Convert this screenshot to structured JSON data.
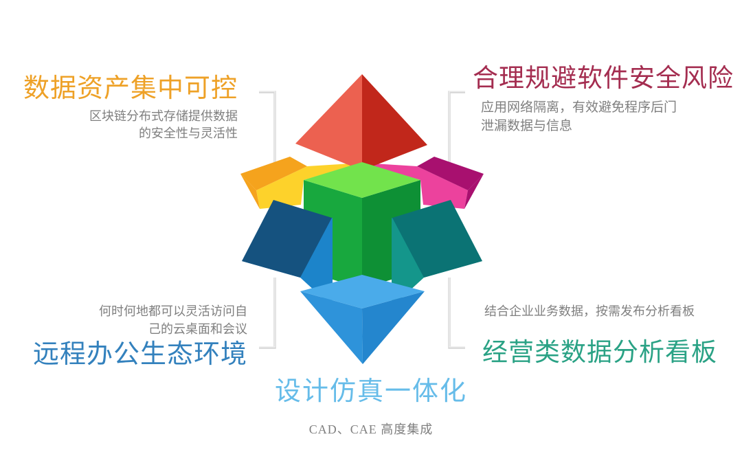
{
  "page": {
    "background": "#ffffff"
  },
  "callouts": {
    "top_left": {
      "title": "数据资产集中可控",
      "title_color": "#eea127",
      "desc1": "区块链分布式存储提供数据",
      "desc2": "的安全性与灵活性"
    },
    "top_right": {
      "title": "合理规避软件安全风险",
      "title_color": "#a42d50",
      "desc1": "应用网络隔离，有效避免程序后门",
      "desc2": "泄漏数据与信息"
    },
    "bottom_left": {
      "title": "远程办公生态环境",
      "title_color": "#3381bd",
      "desc1": "何时何地都可以灵活访问自",
      "desc2": "己的云桌面和会议"
    },
    "bottom_right": {
      "title": "经营类数据分析看板",
      "title_color": "#2aa285",
      "desc1": "结合企业业务数据，按需发布分析看板"
    },
    "bottom_center": {
      "title": "设计仿真一体化",
      "title_color": "#66bce9",
      "desc1": "CAD、CAE 高度集成"
    },
    "desc_color": "#7f7f7f"
  },
  "figure": {
    "description": "3d green cube surrounded by six colored pyramids pointing outward",
    "colors": {
      "red_light": "#ec6150",
      "red_dark": "#c1271b",
      "orange": "#f5a31d",
      "yellow": "#fdd22b",
      "pink": "#ec429d",
      "magenta_dark": "#a8106f",
      "green_top": "#72e34c",
      "green_left": "#18a83e",
      "green_right": "#0e9035",
      "navy": "#15527f",
      "blue": "#1c84ca",
      "teal": "#14968b",
      "teal_dark": "#0b7374",
      "sky_top": "#4aabea",
      "sky_left": "#2e93da",
      "sky_right": "#2486ce",
      "bracket": "#d5d5d5",
      "bracket_highlight": "#f3f3f3"
    }
  }
}
